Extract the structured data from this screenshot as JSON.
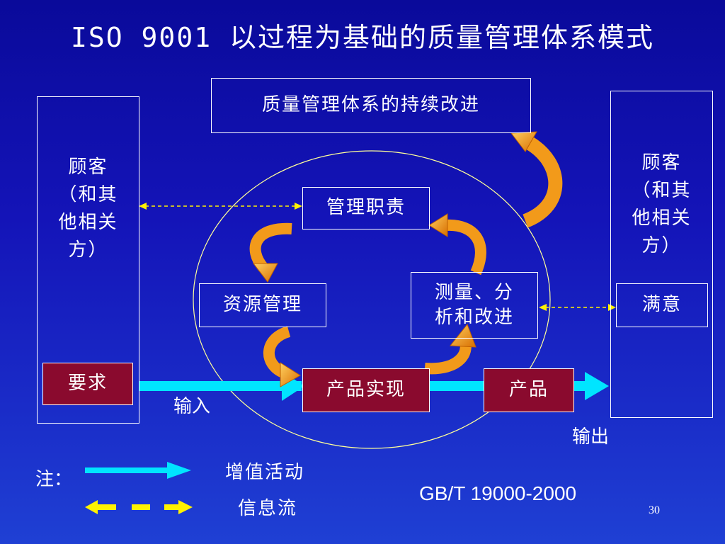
{
  "title": "ISO 9001 以过程为基础的质量管理体系模式",
  "boxes": {
    "continuous_improvement": "质量管理体系的持续改进",
    "customer_left": "顾客\n（和其\n他相关\n方）",
    "customer_right": "顾客\n（和其\n他相关\n方）",
    "management_responsibility": "管理职责",
    "resource_management": "资源管理",
    "measurement_analysis": "测量、分\n析和改进",
    "product_realization": "产品实现",
    "requirements": "要求",
    "product": "产品",
    "satisfaction": "满意"
  },
  "labels": {
    "input": "输入",
    "output": "输出",
    "note": "注：",
    "value_activity": "增值活动",
    "information_flow": "信息流",
    "standard": "GB/T 19000-2000",
    "page_number": "30"
  },
  "colors": {
    "background_top": "#0a0a9a",
    "background_bottom": "#1f40d4",
    "value_flow_arrow": "#00e5ff",
    "info_flow_arrow": "#fff200",
    "cycle_arrow": "#f29a1a",
    "red_box": "#8a0a2e"
  }
}
